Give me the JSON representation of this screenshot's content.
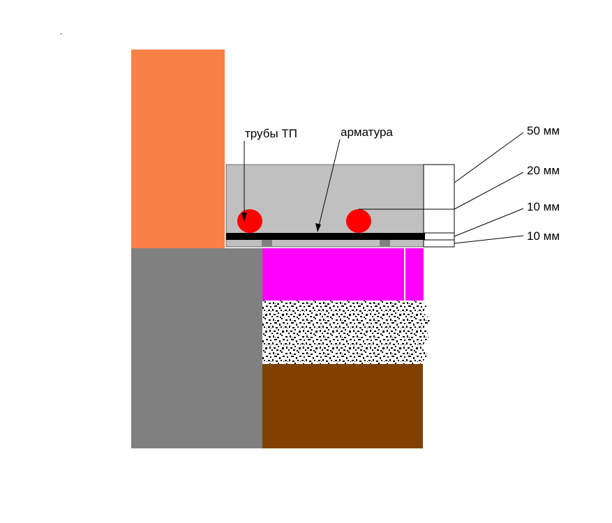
{
  "stray_mark": ".",
  "labels": {
    "pipes": "трубы ТП",
    "rebar": "арматура",
    "dim_1": "50 мм",
    "dim_2": "20 мм",
    "dim_3": "10 мм",
    "dim_4": "10 мм"
  },
  "colors": {
    "brick_wall": "#f98145",
    "foundation": "#808080",
    "screed": "#c0c0c0",
    "pipe": "#ff0000",
    "rebar": "#000000",
    "insulation": "#ff00ff",
    "gravel": "#ffffff",
    "soil": "#804000"
  }
}
